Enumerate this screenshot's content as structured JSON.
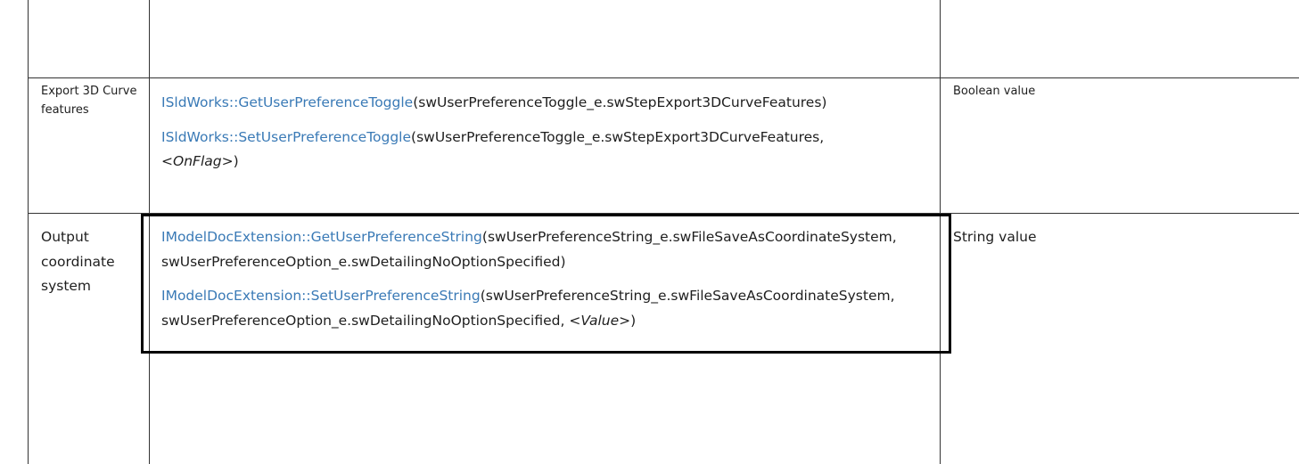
{
  "rows": [
    {
      "name": "Export 3D Curve features",
      "value_type": "Boolean value",
      "calls": [
        {
          "link": "ISldWorks::GetUserPreferenceToggle",
          "args_line1": "(swUserPreferenceToggle_e.swStepExport3DCurveFeatures)",
          "args_line2": "",
          "param": "",
          "close": ""
        },
        {
          "link": "ISldWorks::SetUserPreferenceToggle",
          "args_line1": "(swUserPreferenceToggle_e.swStepExport3DCurveFeatures,",
          "args_line2": "<",
          "param": "OnFlag",
          "close": ">)"
        }
      ]
    },
    {
      "name": "Output coordinate system",
      "value_type": "String value",
      "calls": [
        {
          "link": "IModelDocExtension::GetUserPreferenceString",
          "args_line1": "(swUserPreferenceString_e.swFileSaveAsCoordinateSystem,",
          "args_line2": "swUserPreferenceOption_e.swDetailingNoOptionSpecified)",
          "param": "",
          "close": ""
        },
        {
          "link": "IModelDocExtension::SetUserPreferenceString",
          "args_line1": "(swUserPreferenceString_e.swFileSaveAsCoordinateSystem,",
          "args_line2": "swUserPreferenceOption_e.swDetailingNoOptionSpecified, <",
          "param": "Value",
          "close": ">)"
        }
      ]
    }
  ]
}
